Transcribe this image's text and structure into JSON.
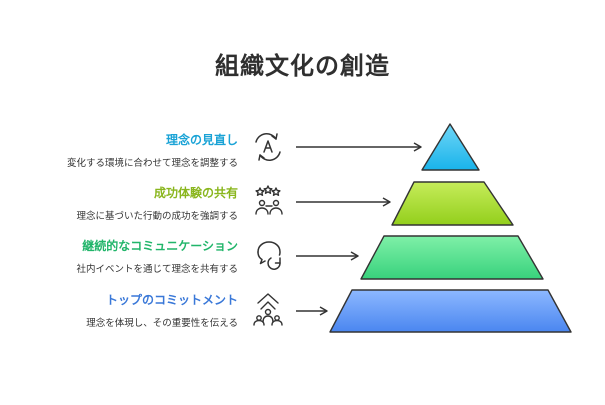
{
  "title": "組織文化の創造",
  "levels": [
    {
      "heading": "理念の見直し",
      "description": "変化する環境に合わせて理念を調整する",
      "icon": "refresh-a-icon",
      "heading_color": "#1aa3d6",
      "fill_top": "#6fd6f7",
      "fill_bottom": "#19b3ea"
    },
    {
      "heading": "成功体験の共有",
      "description": "理念に基づいた行動の成功を強調する",
      "icon": "people-stars-icon",
      "heading_color": "#8ab61e",
      "fill_top": "#c6ec5a",
      "fill_bottom": "#93cf1c"
    },
    {
      "heading": "継続的なコミュニケーション",
      "description": "社内イベントを通じて理念を共有する",
      "icon": "chat-cycle-icon",
      "heading_color": "#21b56a",
      "fill_top": "#7ff0a8",
      "fill_bottom": "#38d27c"
    },
    {
      "heading": "トップのコミットメント",
      "description": "理念を体現し、その重要性を伝える",
      "icon": "leader-team-icon",
      "heading_color": "#3a78d8",
      "fill_top": "#8db8ff",
      "fill_bottom": "#4a86f0"
    }
  ]
}
